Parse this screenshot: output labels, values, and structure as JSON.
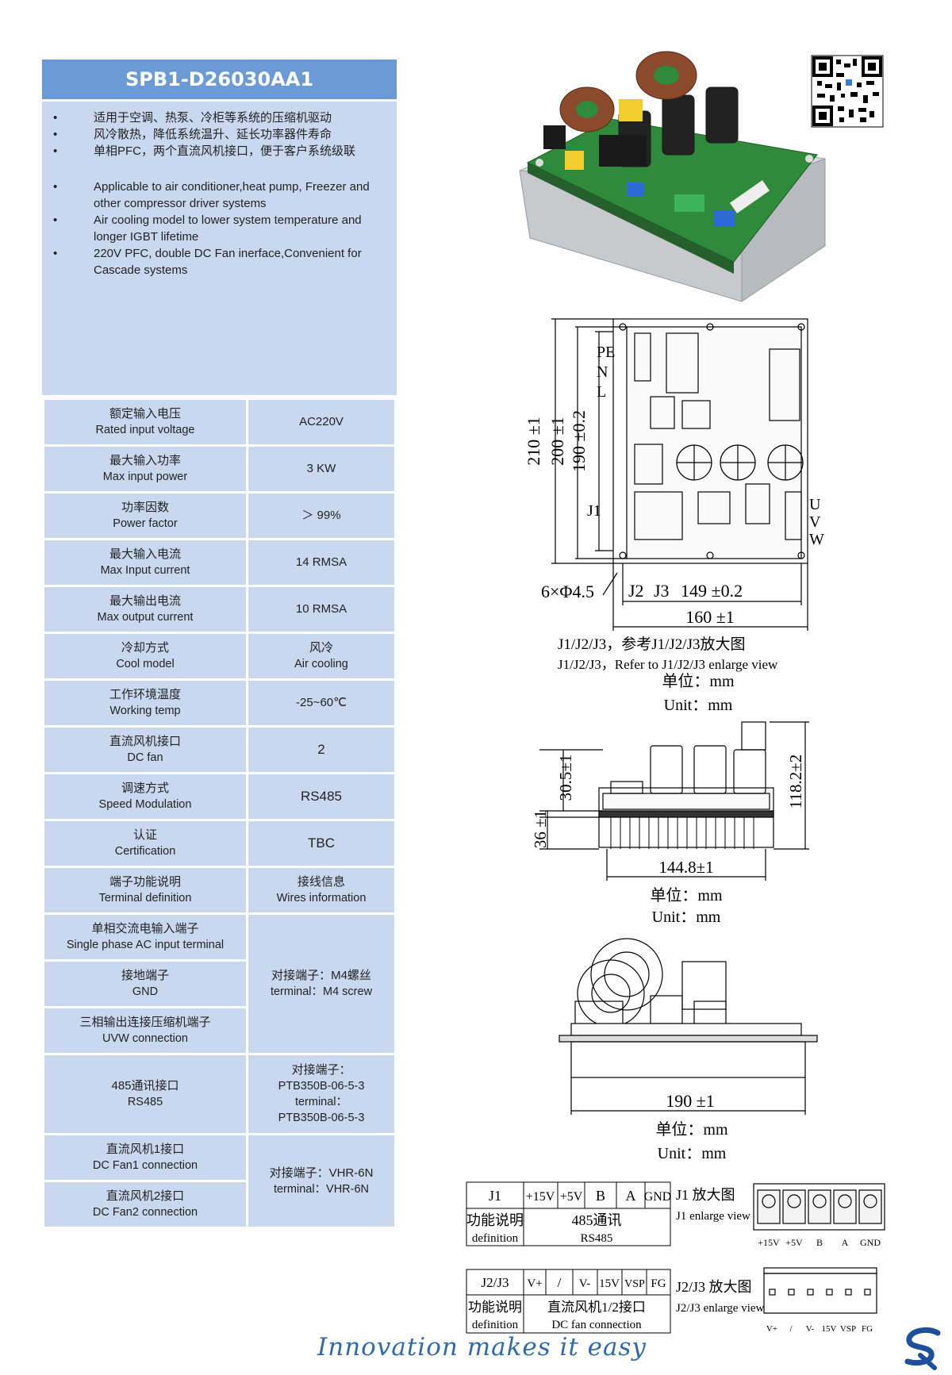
{
  "product_title": "SPB1-D26030AA1",
  "features_cn": [
    "适用于空调、热泵、冷柜等系统的压缩机驱动",
    "风冷散热，降低系统温升、延长功率器件寿命",
    "单相PFC，两个直流风机接口，便于客户系统级联"
  ],
  "features_en": [
    "Applicable to air conditioner,heat pump, Freezer and other compressor driver systems",
    "Air cooling model to lower system temperature and longer IGBT lifetime",
    "220V PFC, double DC Fan inerface,Convenient for Cascade systems"
  ],
  "specs": {
    "rated_input_voltage": {
      "cn": "额定输入电压",
      "en": "Rated input voltage",
      "value": "AC220V"
    },
    "max_input_power": {
      "cn": "最大输入功率",
      "en": "Max input power",
      "value": "3 KW"
    },
    "power_factor": {
      "cn": "功率因数",
      "en": "Power factor",
      "value": "＞ 99%"
    },
    "max_input_current": {
      "cn": "最大输入电流",
      "en": "Max Input current",
      "value": "14 RMSA"
    },
    "max_output_current": {
      "cn": "最大输出电流",
      "en": "Max output current",
      "value": "10 RMSA"
    },
    "cool_model": {
      "cn": "冷却方式",
      "en": "Cool model",
      "value_cn": "风冷",
      "value_en": "Air cooling"
    },
    "working_temp": {
      "cn": "工作环境温度",
      "en": "Working temp",
      "value": "-25~60℃"
    },
    "dc_fan": {
      "cn": "直流风机接口",
      "en": "DC fan",
      "value": "2"
    },
    "speed_modulation": {
      "cn": "调速方式",
      "en": "Speed Modulation",
      "value": "RS485"
    },
    "certification": {
      "cn": "认证",
      "en": "Certification",
      "value": "TBC"
    },
    "terminal_definition": {
      "cn": "端子功能说明",
      "en": "Terminal definition",
      "value_cn": "接线信息",
      "value_en": "Wires information"
    },
    "ac_input": {
      "cn": "单相交流电输入端子",
      "en": "Single phase AC input terminal"
    },
    "gnd": {
      "cn": "接地端子",
      "en": "GND"
    },
    "uvw": {
      "cn": "三相输出连接压缩机端子",
      "en": "UVW connection"
    },
    "screw_terminal": {
      "cn": "对接端子：M4螺丝",
      "en": "terminal：M4 screw"
    },
    "rs485_port": {
      "cn": "485通讯接口",
      "en": "RS485",
      "value_cn": "对接端子：",
      "value_cn2": "PTB350B-06-5-3",
      "value_en": "terminal：",
      "value_en2": "PTB350B-06-5-3"
    },
    "dc_fan1": {
      "cn": "直流风机1接口",
      "en": "DC Fan1 connection"
    },
    "dc_fan2": {
      "cn": "直流风机2接口",
      "en": "DC Fan2 connection"
    },
    "vhr_terminal": {
      "cn": "对接端子：VHR-6N",
      "en": "terminal：VHR-6N"
    }
  },
  "drawings": {
    "top_view": {
      "dim_210": "210 ±1",
      "dim_200": "200 ±1",
      "dim_190": "190 ±0.2",
      "dim_149": "149 ±0.2",
      "dim_160": "160 ±1",
      "holes": "6×Φ4.5",
      "labels_left": [
        "PE",
        "N",
        "L"
      ],
      "label_j1": "J1",
      "label_j2": "J2",
      "label_j3": "J3",
      "labels_right": [
        "U",
        "V",
        "W"
      ],
      "note_cn": "J1/J2/J3，参考J1/J2/J3放大图",
      "note_en": "J1/J2/J3，Refer to J1/J2/J3 enlarge view",
      "unit_cn": "单位：mm",
      "unit_en": "Unit：mm"
    },
    "side_view": {
      "dim_30": "30.5±1",
      "dim_36": "36 ±1",
      "dim_118": "118.2±2",
      "dim_144": "144.8±1",
      "unit_cn": "单位：mm",
      "unit_en": "Unit：mm"
    },
    "front_view": {
      "dim_190": "190 ±1",
      "unit_cn": "单位：mm",
      "unit_en": "Unit：mm"
    },
    "j1_table": {
      "head": [
        "J1",
        "+15V",
        "+5V",
        "B",
        "A",
        "GND"
      ],
      "label_cn": "功能说明",
      "label_en": "definition",
      "func_cn": "485通讯",
      "func_en": "RS485",
      "enlarge_cn": "J1 放大图",
      "enlarge_en": "J1 enlarge view",
      "pins": [
        "+15V",
        "+5V",
        "B",
        "A",
        "GND"
      ]
    },
    "j23_table": {
      "head": [
        "J2/J3",
        "V+",
        "/",
        "V-",
        "15V",
        "VSP",
        "FG"
      ],
      "label_cn": "功能说明",
      "label_en": "definition",
      "func_cn": "直流风机1/2接口",
      "func_en": "DC fan connection",
      "enlarge_cn": "J2/J3 放大图",
      "enlarge_en": "J2/J3 enlarge view",
      "pins": [
        "V+",
        "/",
        "V-",
        "15V",
        "VSP",
        "FG"
      ]
    }
  },
  "slogan": "Innovation makes it easy",
  "colors": {
    "header_blue": "#6b9ad6",
    "cell_blue": "#c9d8ef",
    "slogan_blue": "#2e6aad",
    "pcb_green": "#2f8a3c"
  },
  "icons": [
    "qr-code-icon",
    "company-logo-icon"
  ]
}
